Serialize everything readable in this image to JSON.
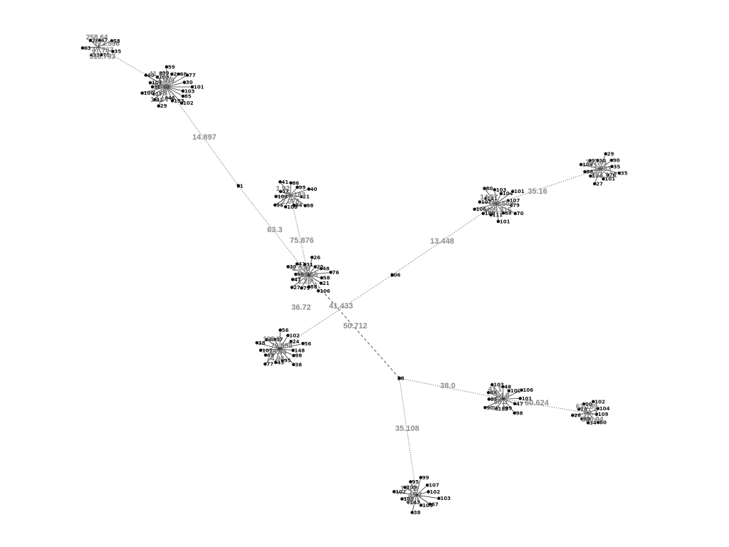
{
  "graph": {
    "edge_weights": [
      {
        "id": "w1",
        "label": "14.897"
      },
      {
        "id": "w2",
        "label": "63.3"
      },
      {
        "id": "w3",
        "label": "75.876"
      },
      {
        "id": "w4",
        "label": "13.448"
      },
      {
        "id": "w5",
        "label": "35.16"
      },
      {
        "id": "w6",
        "label": "36.72"
      },
      {
        "id": "w7",
        "label": "41.433"
      },
      {
        "id": "w8",
        "label": "50.712"
      },
      {
        "id": "w9",
        "label": "38.0"
      },
      {
        "id": "w10",
        "label": "35.108"
      },
      {
        "id": "w11",
        "label": "60.624"
      }
    ],
    "junction_nodes": [
      {
        "id": "j1",
        "label": "71"
      },
      {
        "id": "j2",
        "label": "106"
      },
      {
        "id": "j3",
        "label": "38"
      }
    ],
    "clusters": [
      {
        "id": "c1",
        "node_labels": [
          "101",
          "103",
          "85",
          "102",
          "193",
          "46",
          "29",
          "41",
          "17",
          "100",
          "38",
          "107",
          "40",
          "103",
          "99",
          "59",
          "21",
          "68",
          "77",
          "30"
        ],
        "overlay_text": [
          "41.8",
          "2.559",
          "29.8",
          "1.98",
          "13.44"
        ]
      },
      {
        "id": "c0",
        "node_labels": [
          "35",
          "71",
          "33",
          "63",
          "26",
          "47",
          "58"
        ],
        "overlay_text": [
          "258.64",
          "173.596",
          "47.767",
          "316.793"
        ]
      },
      {
        "id": "c2",
        "node_labels": [
          "98",
          "94",
          "108",
          "96",
          "108",
          "57",
          "41",
          "86",
          "99",
          "40",
          "21"
        ],
        "overlay_text": [
          "1.92",
          "29.183",
          "2.078"
        ]
      },
      {
        "id": "c3",
        "node_labels": [
          "106",
          "88",
          "79",
          "27",
          "47",
          "56",
          "30",
          "41",
          "31",
          "26",
          "29",
          "48",
          "76",
          "58",
          "21"
        ],
        "overlay_text": [
          "2.039",
          "29.56",
          "1.25"
        ]
      },
      {
        "id": "c4",
        "node_labels": [
          "101",
          "111",
          "100",
          "106",
          "107",
          "121",
          "80",
          "103",
          "104",
          "101",
          "107",
          "79",
          "70",
          "88"
        ],
        "overlay_text": [
          "14.27",
          "109.569",
          "469.315"
        ]
      },
      {
        "id": "c5",
        "node_labels": [
          "27",
          "104",
          "88",
          "104",
          "95",
          "30",
          "29",
          "90",
          "35",
          "35",
          "76",
          "101"
        ],
        "overlay_text": [
          "342.81",
          "1.063",
          "267.122"
        ]
      },
      {
        "id": "c6",
        "node_labels": [
          "77",
          "49",
          "107",
          "38",
          "46",
          "57",
          "56",
          "102",
          "24",
          "56",
          "148",
          "98",
          "38",
          "95",
          "45"
        ],
        "overlay_text": [
          "105.5",
          "79.998",
          "29.94",
          "74.94"
        ]
      },
      {
        "id": "c7",
        "node_labels": [
          "90",
          "85",
          "88",
          "103",
          "48",
          "100",
          "106",
          "101",
          "47",
          "98",
          "99",
          "113"
        ],
        "overlay_text": [
          "41.1",
          "54.8",
          "98.3",
          "42.4"
        ]
      },
      {
        "id": "c8",
        "node_labels": [
          "26",
          "78",
          "90",
          "102",
          "104",
          "109",
          "80",
          "34",
          "88"
        ],
        "overlay_text": [
          "63.189",
          "80.7",
          "836.94"
        ]
      },
      {
        "id": "c9",
        "node_labels": [
          "102",
          "109",
          "95",
          "99",
          "107",
          "102",
          "103",
          "67",
          "105",
          "38",
          "147",
          "109"
        ],
        "overlay_text": [
          "171.3",
          "45.2",
          "38.1"
        ]
      }
    ]
  }
}
